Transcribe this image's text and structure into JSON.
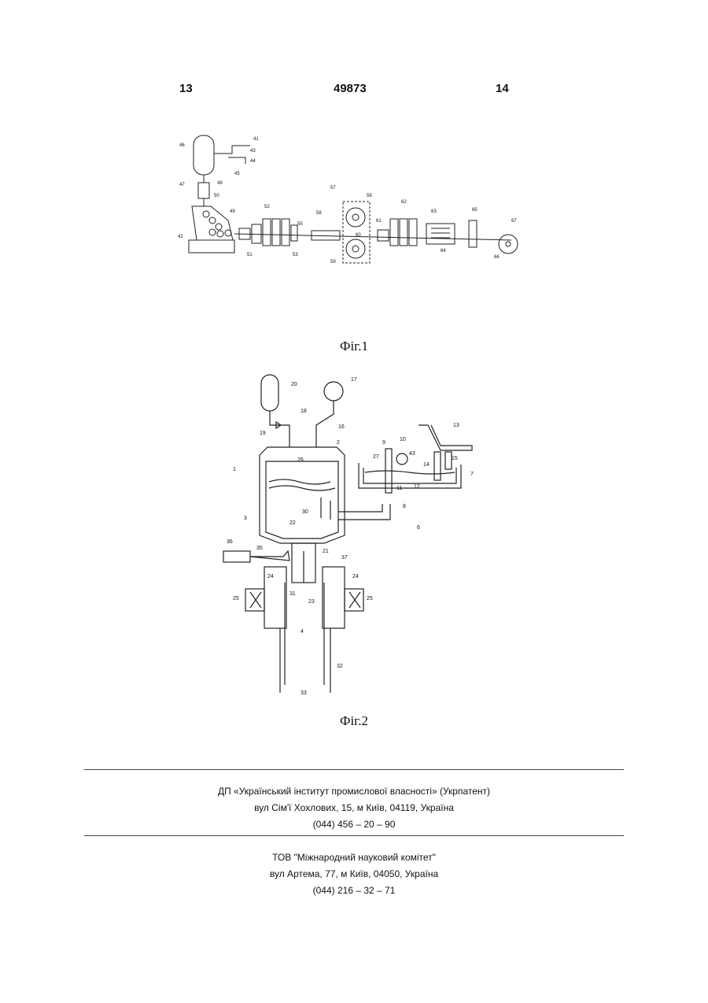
{
  "header": {
    "left_page": "13",
    "patent_number": "49873",
    "right_page": "14"
  },
  "figure1": {
    "caption": "Фіг.1",
    "labels": [
      "41",
      "42",
      "43",
      "44",
      "45",
      "46",
      "47",
      "48",
      "49",
      "50",
      "51",
      "52",
      "53",
      "55",
      "56",
      "57",
      "58",
      "59",
      "60",
      "61",
      "62",
      "63",
      "64",
      "65",
      "66",
      "67"
    ]
  },
  "figure2": {
    "caption": "Фіг.2",
    "labels": [
      "1",
      "2",
      "3",
      "4",
      "6",
      "7",
      "8",
      "9",
      "10",
      "11",
      "12",
      "13",
      "14",
      "15",
      "16",
      "17",
      "18",
      "19",
      "20",
      "21",
      "22",
      "23",
      "24",
      "25",
      "26",
      "27",
      "30",
      "31",
      "32",
      "33",
      "35",
      "36",
      "37",
      "43"
    ]
  },
  "footer": {
    "block1": {
      "line1": "ДП «Український інститут промислової власності» (Укрпатент)",
      "line2": "вул  Сім'ї Хохлових, 15, м  Київ, 04119, Україна",
      "line3": "(044) 456 – 20 –  90"
    },
    "block2": {
      "line1": "ТОВ \"Міжнародний науковий комітет\"",
      "line2": "вул  Артема, 77, м  Київ, 04050, Україна",
      "line3": "(044) 216 – 32 – 71"
    }
  }
}
